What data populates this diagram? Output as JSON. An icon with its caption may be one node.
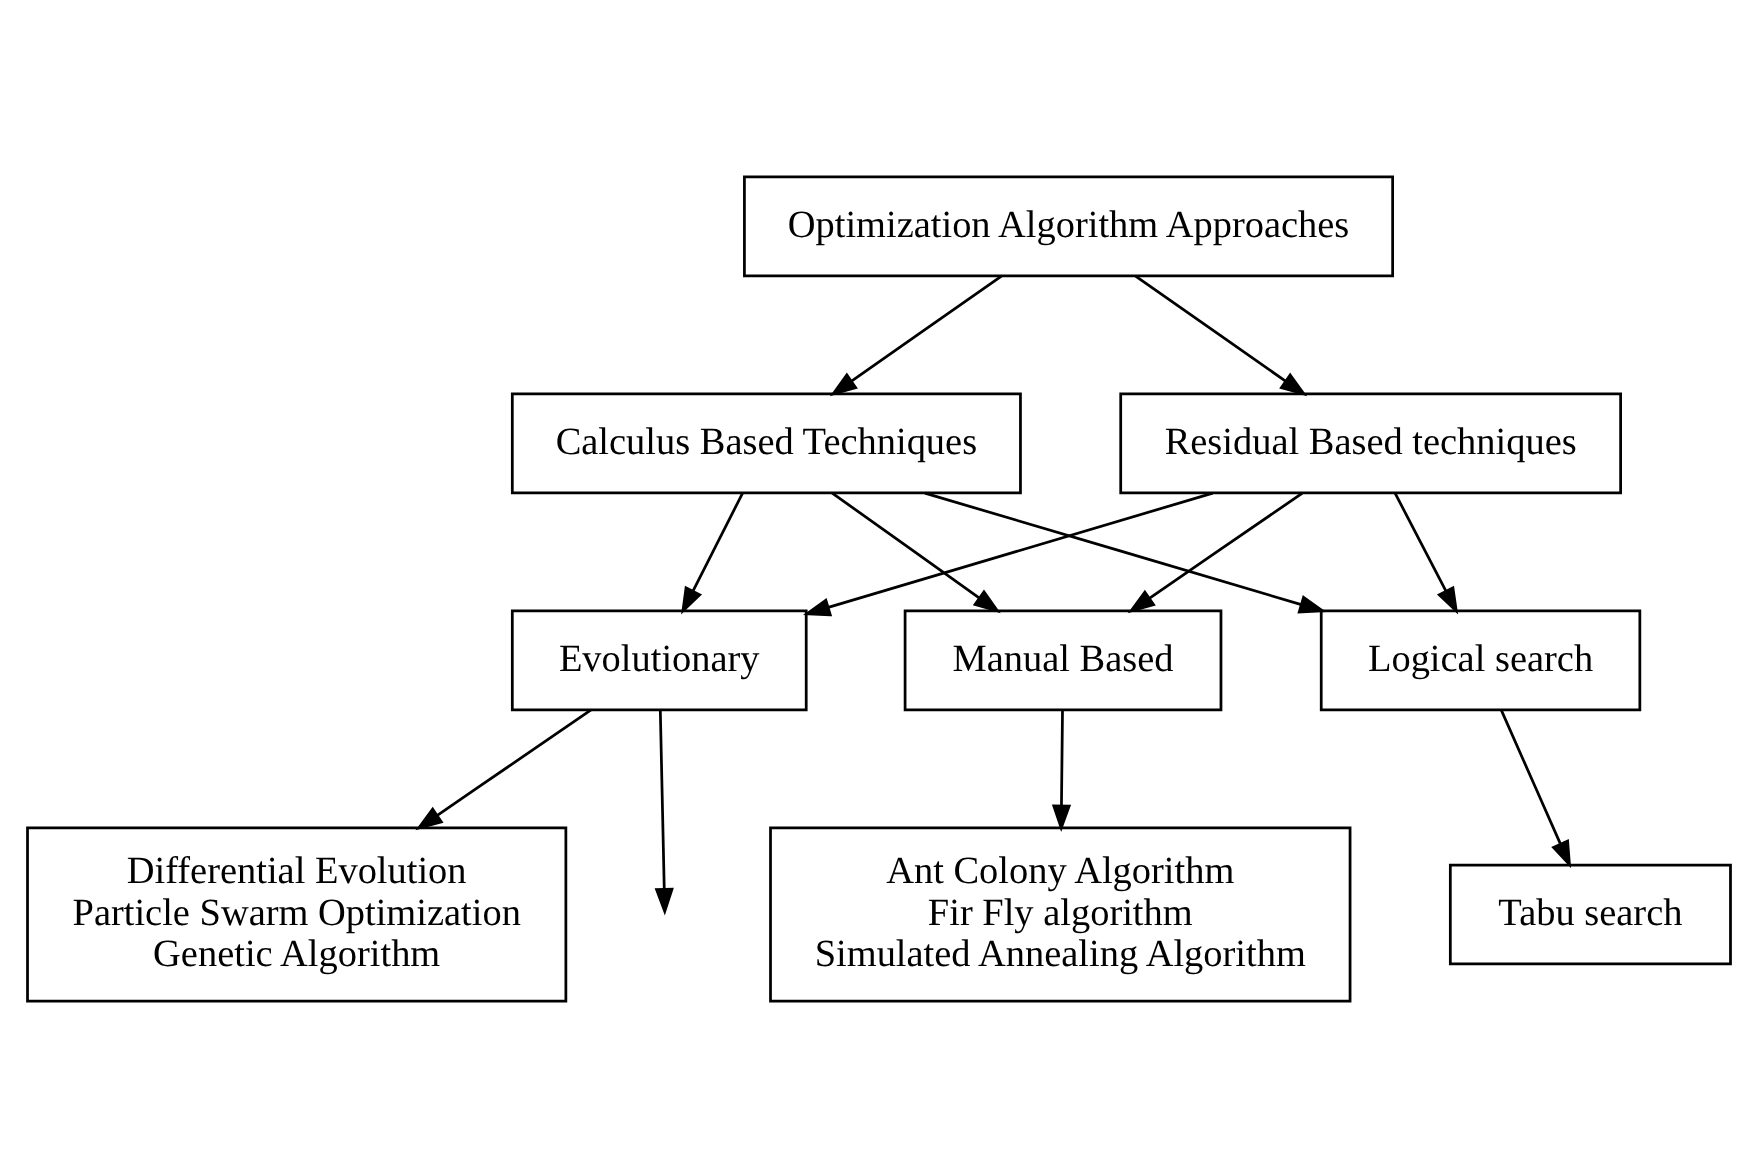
{
  "diagram": {
    "nodes": [
      {
        "text": [
          "Optimization Algorithm Approaches"
        ]
      },
      {
        "text": [
          "Calculus Based Techniques"
        ]
      },
      {
        "text": [
          "Residual Based techniques"
        ]
      },
      {
        "text": [
          "Evolutionary"
        ]
      },
      {
        "text": [
          "Manual Based"
        ]
      },
      {
        "text": [
          "Logical search"
        ]
      },
      {
        "text": [
          "Differential Evolution",
          "Particle Swarm Optimization",
          "Genetic Algorithm"
        ]
      },
      {
        "text": [
          "Ant Colony Algorithm",
          "Fir Fly algorithm",
          "Simulated Annealing Algorithm"
        ]
      },
      {
        "text": [
          "Tabu search"
        ]
      }
    ],
    "edges": [
      {
        "from": 0,
        "to": 1,
        "arrow": "to"
      },
      {
        "from": 0,
        "to": 2,
        "arrow": "to"
      },
      {
        "from": 1,
        "to": 3,
        "arrow": "to"
      },
      {
        "from": 1,
        "to": 4,
        "arrow": "to"
      },
      {
        "from": 1,
        "to": 5,
        "arrow": "to"
      },
      {
        "from": 2,
        "to": 3,
        "arrow": "to"
      },
      {
        "from": 2,
        "to": 4,
        "arrow": "to"
      },
      {
        "from": 2,
        "to": 5,
        "arrow": "to"
      },
      {
        "from": 3,
        "to": 6,
        "arrow": "to"
      },
      {
        "from": 4,
        "to": 7,
        "arrow": "to"
      },
      {
        "from": 5,
        "to": 8,
        "arrow": "to"
      },
      {
        "from": 3,
        "to": null,
        "arrow": "to"
      }
    ]
  }
}
